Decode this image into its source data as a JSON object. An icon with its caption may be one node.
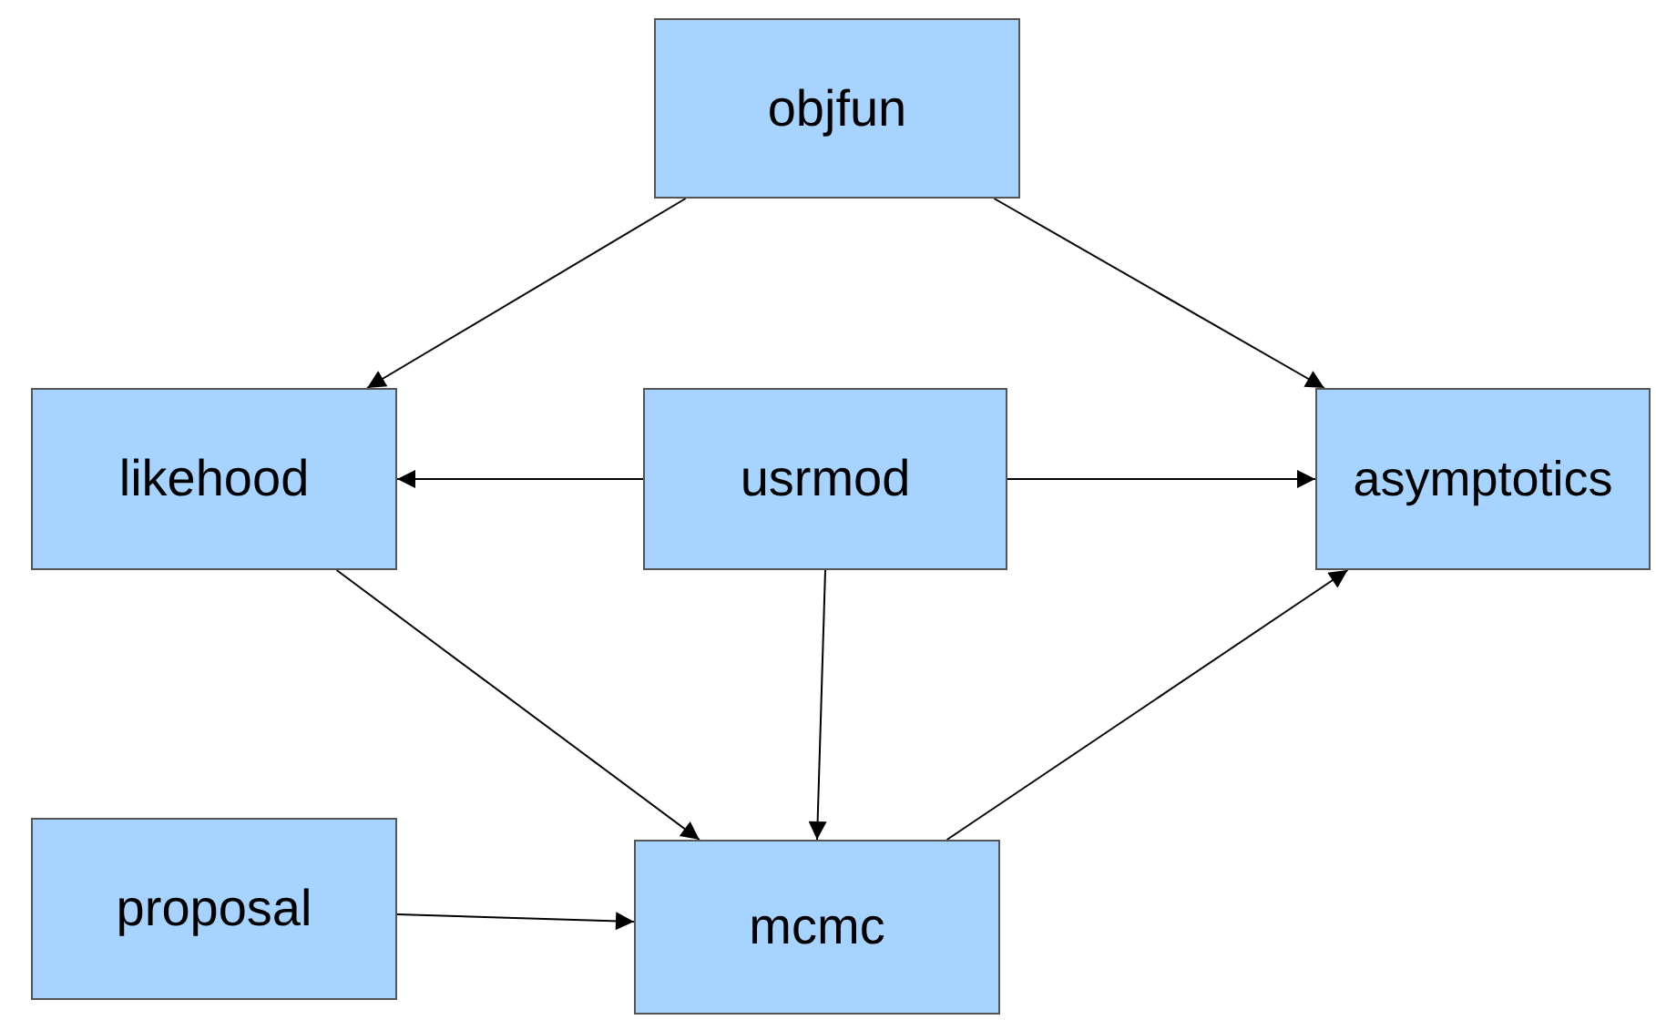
{
  "diagram": {
    "nodes": [
      {
        "text": [
          "objfun"
        ]
      },
      {
        "text": [
          "likehood"
        ]
      },
      {
        "text": [
          "usrmod"
        ]
      },
      {
        "text": [
          "asymptotics"
        ]
      },
      {
        "text": [
          "proposal"
        ]
      },
      {
        "text": [
          "mcmc"
        ]
      }
    ],
    "edges": [
      {
        "from": 0,
        "to": 1,
        "arrow": "to"
      },
      {
        "from": 0,
        "to": 3,
        "arrow": "to"
      },
      {
        "from": 2,
        "to": 1,
        "arrow": "to"
      },
      {
        "from": 2,
        "to": 3,
        "arrow": "to"
      },
      {
        "from": 1,
        "to": 5,
        "arrow": "to"
      },
      {
        "from": 2,
        "to": 5,
        "arrow": "to"
      },
      {
        "from": 4,
        "to": 5,
        "arrow": "to"
      },
      {
        "from": 5,
        "to": 3,
        "arrow": "to"
      }
    ]
  }
}
